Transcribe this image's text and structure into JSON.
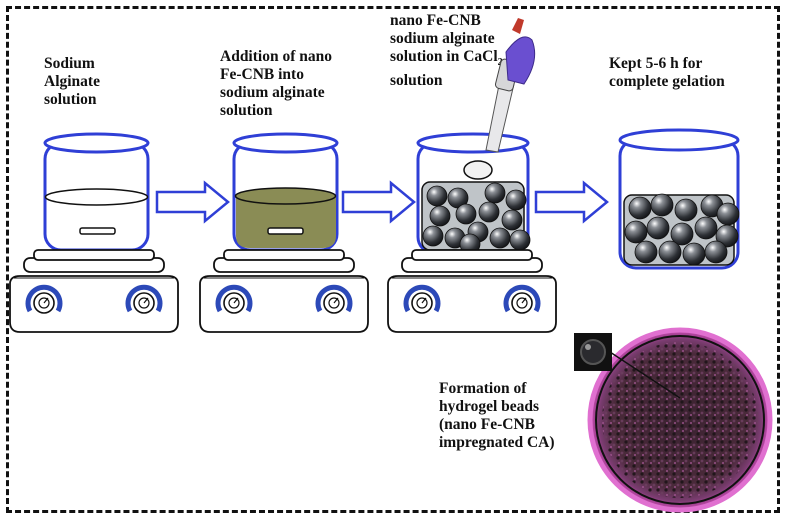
{
  "labels": {
    "step1": "Sodium\nAlginate\nsolution",
    "step2": "Addition of nano\nFe-CNB into\nsodium alginate\nsolution",
    "step3_line1": "nano Fe-CNB",
    "step3_line2": "sodium alginate",
    "step3_line3_prefix": "solution in CaCl",
    "step3_line3_sub": "2",
    "step3_line4": "solution",
    "step4": "Kept 5-6 h for\ncomplete gelation",
    "step5": "Formation of\nhydrogel beads\n(nano Fe-CNB\nimpregnated CA)"
  },
  "colors": {
    "beaker_outline": "#2f3fd6",
    "arrow_outline": "#2f3fd6",
    "fecnb_solution": "#8a8c55",
    "gel_bath": "#bfc4c8",
    "bead": "#3a3d42",
    "dish_rim": "#d04ab8",
    "stirrer_knob_arc": "#2c49b8"
  },
  "icons": [
    "beaker-icon",
    "stirrer-plate-icon",
    "arrow-right-icon",
    "pipette-icon",
    "petri-dish-icon"
  ]
}
